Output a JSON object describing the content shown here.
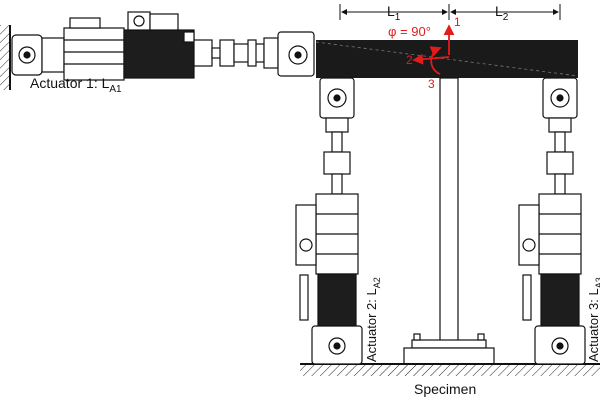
{
  "labels": {
    "actuator1": "Actuator 1: L",
    "actuator1_sub": "A1",
    "actuator2": "Actuator 2: L",
    "actuator2_sub": "A2",
    "actuator3": "Actuator 3: L",
    "actuator3_sub": "A3",
    "specimen": "Specimen",
    "dim_l1": "L",
    "dim_l1_sub": "1",
    "dim_l2": "L",
    "dim_l2_sub": "2",
    "phi": "φ = 90°",
    "dir1": "1",
    "dir2": "2",
    "dir3": "3"
  },
  "colors": {
    "annotation_red": "#e21b1b",
    "ink": "#111111",
    "beam": "#1a1a1a"
  }
}
